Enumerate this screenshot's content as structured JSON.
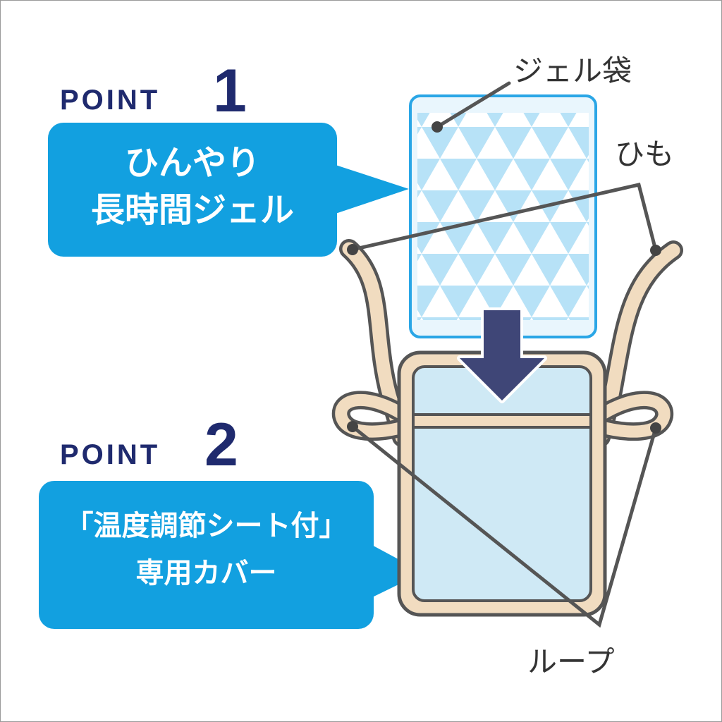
{
  "point1": {
    "label": "POINT",
    "number": "1",
    "line1": "ひんやり",
    "line2": "長時間ジェル"
  },
  "point2": {
    "label": "POINT",
    "number": "2",
    "line1": "「温度調節シート付」",
    "line2": "専用カバー"
  },
  "labels": {
    "gel_bag": "ジェル袋",
    "string": "ひも",
    "loop": "ループ"
  },
  "colors": {
    "navy": "#1f2a6e",
    "callout_blue": "#12a0e0",
    "gel_light": "#b7e2f7",
    "gel_border": "#2aa6e6",
    "cover_fill": "#cfe9f5",
    "strap": "#f1dcc0",
    "outline": "#555555",
    "arrow": "#3f4677"
  },
  "icons": {
    "arrow": "down-arrow-icon"
  }
}
